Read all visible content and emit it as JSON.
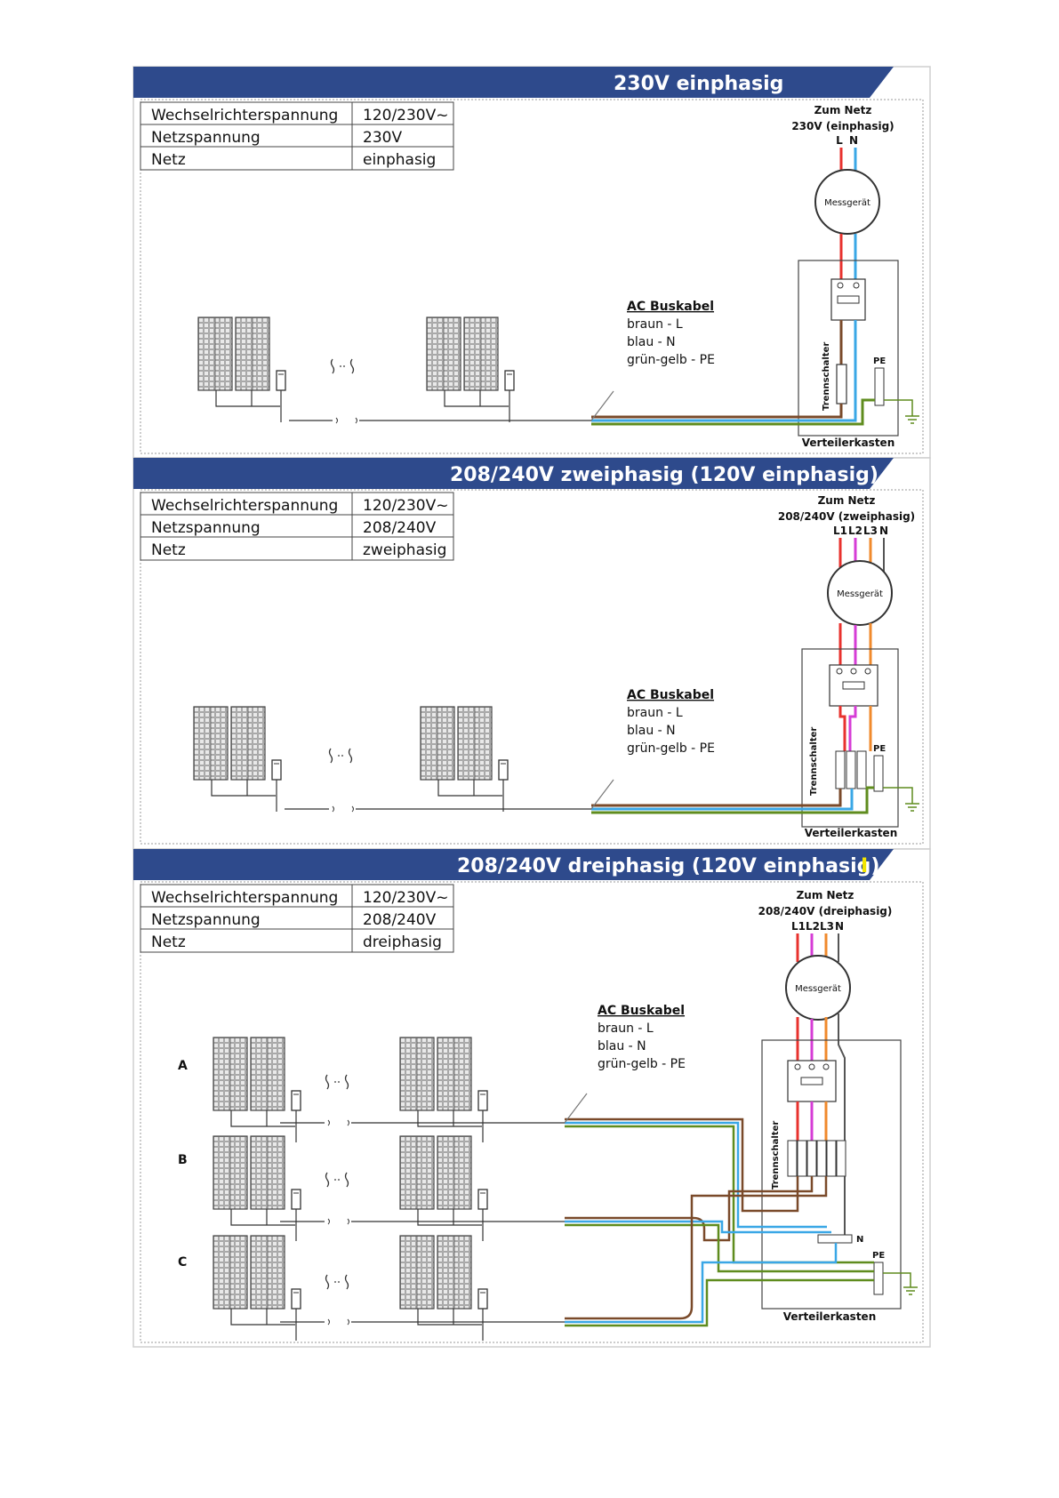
{
  "colors": {
    "header_bg": "#2e4a8c",
    "phase_red": "#e8322e",
    "phase_magenta": "#d63cd6",
    "phase_orange": "#f08a2c",
    "neutral_blue": "#3aa7e6",
    "pe_green": "#5f8c1e",
    "live_brown": "#7a4a2a",
    "marker_yellow": "#f2e500"
  },
  "sections": [
    {
      "title": "230V einphasig",
      "marker": "",
      "table": [
        {
          "label": "Wechselrichterspannung",
          "value": "120/230V~"
        },
        {
          "label": "Netzspannung",
          "value": "230V"
        },
        {
          "label": "Netz",
          "value": "einphasig"
        }
      ],
      "grid_title": "Zum Netz",
      "grid_subtitle": "230V (einphasig)",
      "grid_lines": [
        "L",
        "N"
      ],
      "meter": "Messgerät",
      "breaker": "Trennschalter",
      "pe": "PE",
      "box": "Verteilerkasten",
      "legend_title": "AC Buskabel",
      "legend": [
        "braun - L",
        "blau - N",
        "grün-gelb - PE"
      ]
    },
    {
      "title": "208/240V zweiphasig (120V einphasig)",
      "marker": "",
      "table": [
        {
          "label": "Wechselrichterspannung",
          "value": "120/230V~"
        },
        {
          "label": "Netzspannung",
          "value": "208/240V"
        },
        {
          "label": "Netz",
          "value": "zweiphasig"
        }
      ],
      "grid_title": "Zum Netz",
      "grid_subtitle": "208/240V (zweiphasig)",
      "grid_lines": [
        "L1",
        "L2",
        "L3",
        "N"
      ],
      "meter": "Messgerät",
      "breaker": "Trennschalter",
      "pe": "PE",
      "box": "Verteilerkasten",
      "legend_title": "AC Buskabel",
      "legend": [
        "braun - L",
        "blau - N",
        "grün-gelb - PE"
      ]
    },
    {
      "title": "208/240V dreiphasig (120V einphasig)",
      "marker": "I",
      "table": [
        {
          "label": "Wechselrichterspannung",
          "value": "120/230V~"
        },
        {
          "label": "Netzspannung",
          "value": "208/240V"
        },
        {
          "label": "Netz",
          "value": "dreiphasig"
        }
      ],
      "grid_title": "Zum Netz",
      "grid_subtitle": "208/240V (dreiphasig)",
      "grid_lines": [
        "L1",
        "L2",
        "L3",
        "N"
      ],
      "meter": "Messgerät",
      "breaker": "Trennschalter",
      "pe": "PE",
      "n_bar": "N",
      "box": "Verteilerkasten",
      "legend_title": "AC Buskabel",
      "legend": [
        "braun - L",
        "blau - N",
        "grün-gelb - PE"
      ],
      "rows": [
        "A",
        "B",
        "C"
      ]
    }
  ]
}
